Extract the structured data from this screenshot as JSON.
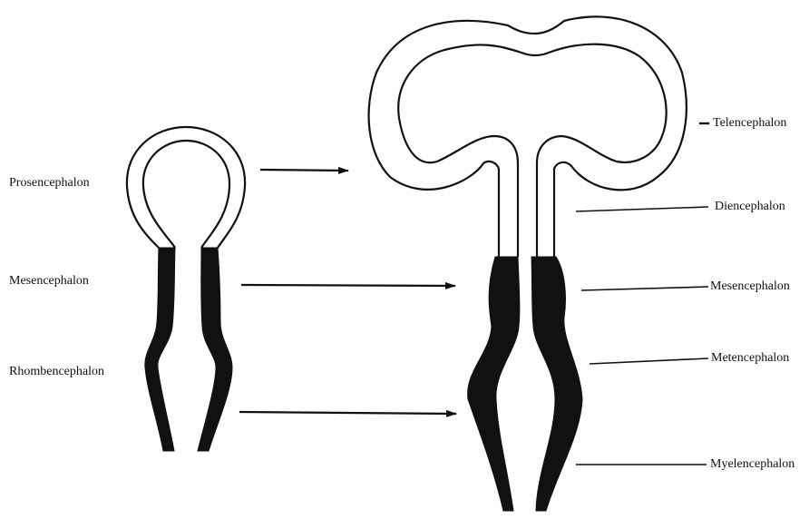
{
  "left_labels": {
    "prosencephalon": "Prosencephalon",
    "mesencephalon": "Mesencephalon",
    "rhombencephalon": "Rhombencephalon"
  },
  "right_labels": {
    "telencephalon": "Telencephalon",
    "diencephalon": "Diencephalon",
    "mesencephalon": "Mesencephalon",
    "metencephalon": "Metencephalon",
    "myelencephalon": "Myelencephalon"
  },
  "colors": {
    "ink": "#111111",
    "fill": "#ffffff"
  }
}
